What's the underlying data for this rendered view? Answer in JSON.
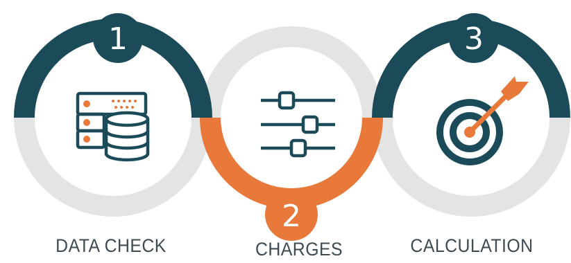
{
  "steps": [
    {
      "number": "1",
      "label": "DATA CHECK",
      "icon": "database-server-icon"
    },
    {
      "number": "2",
      "label": "CHARGES",
      "icon": "sliders-icon"
    },
    {
      "number": "3",
      "label": "CALCULATION",
      "icon": "target-arrow-icon"
    }
  ],
  "colors": {
    "dark": "#1b4b59",
    "orange": "#e8793a",
    "gray": "#e4e4e4",
    "text": "#3d4a52",
    "background": "#ffffff"
  }
}
